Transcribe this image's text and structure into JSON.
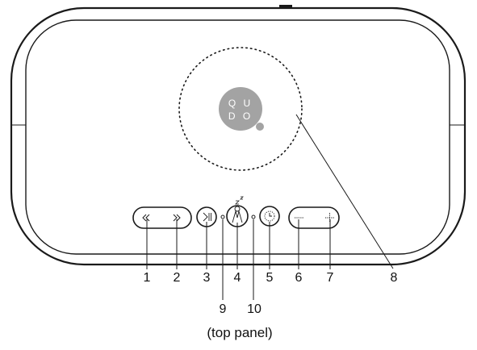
{
  "logo": {
    "line1": "Q U",
    "line2": "D O"
  },
  "labels": [
    "1",
    "2",
    "3",
    "4",
    "5",
    "6",
    "7",
    "8",
    "9",
    "10"
  ],
  "caption": "(top panel)",
  "icons": [
    "rewind-icon",
    "fast-forward-icon",
    "play-pause-icon",
    "sleep-alarm-icon",
    "clock-icon",
    "minus-icon",
    "plus-icon"
  ],
  "colors": {
    "line": "#1a1a1a",
    "logo_fill": "#a3a3a3",
    "background": "#ffffff"
  }
}
